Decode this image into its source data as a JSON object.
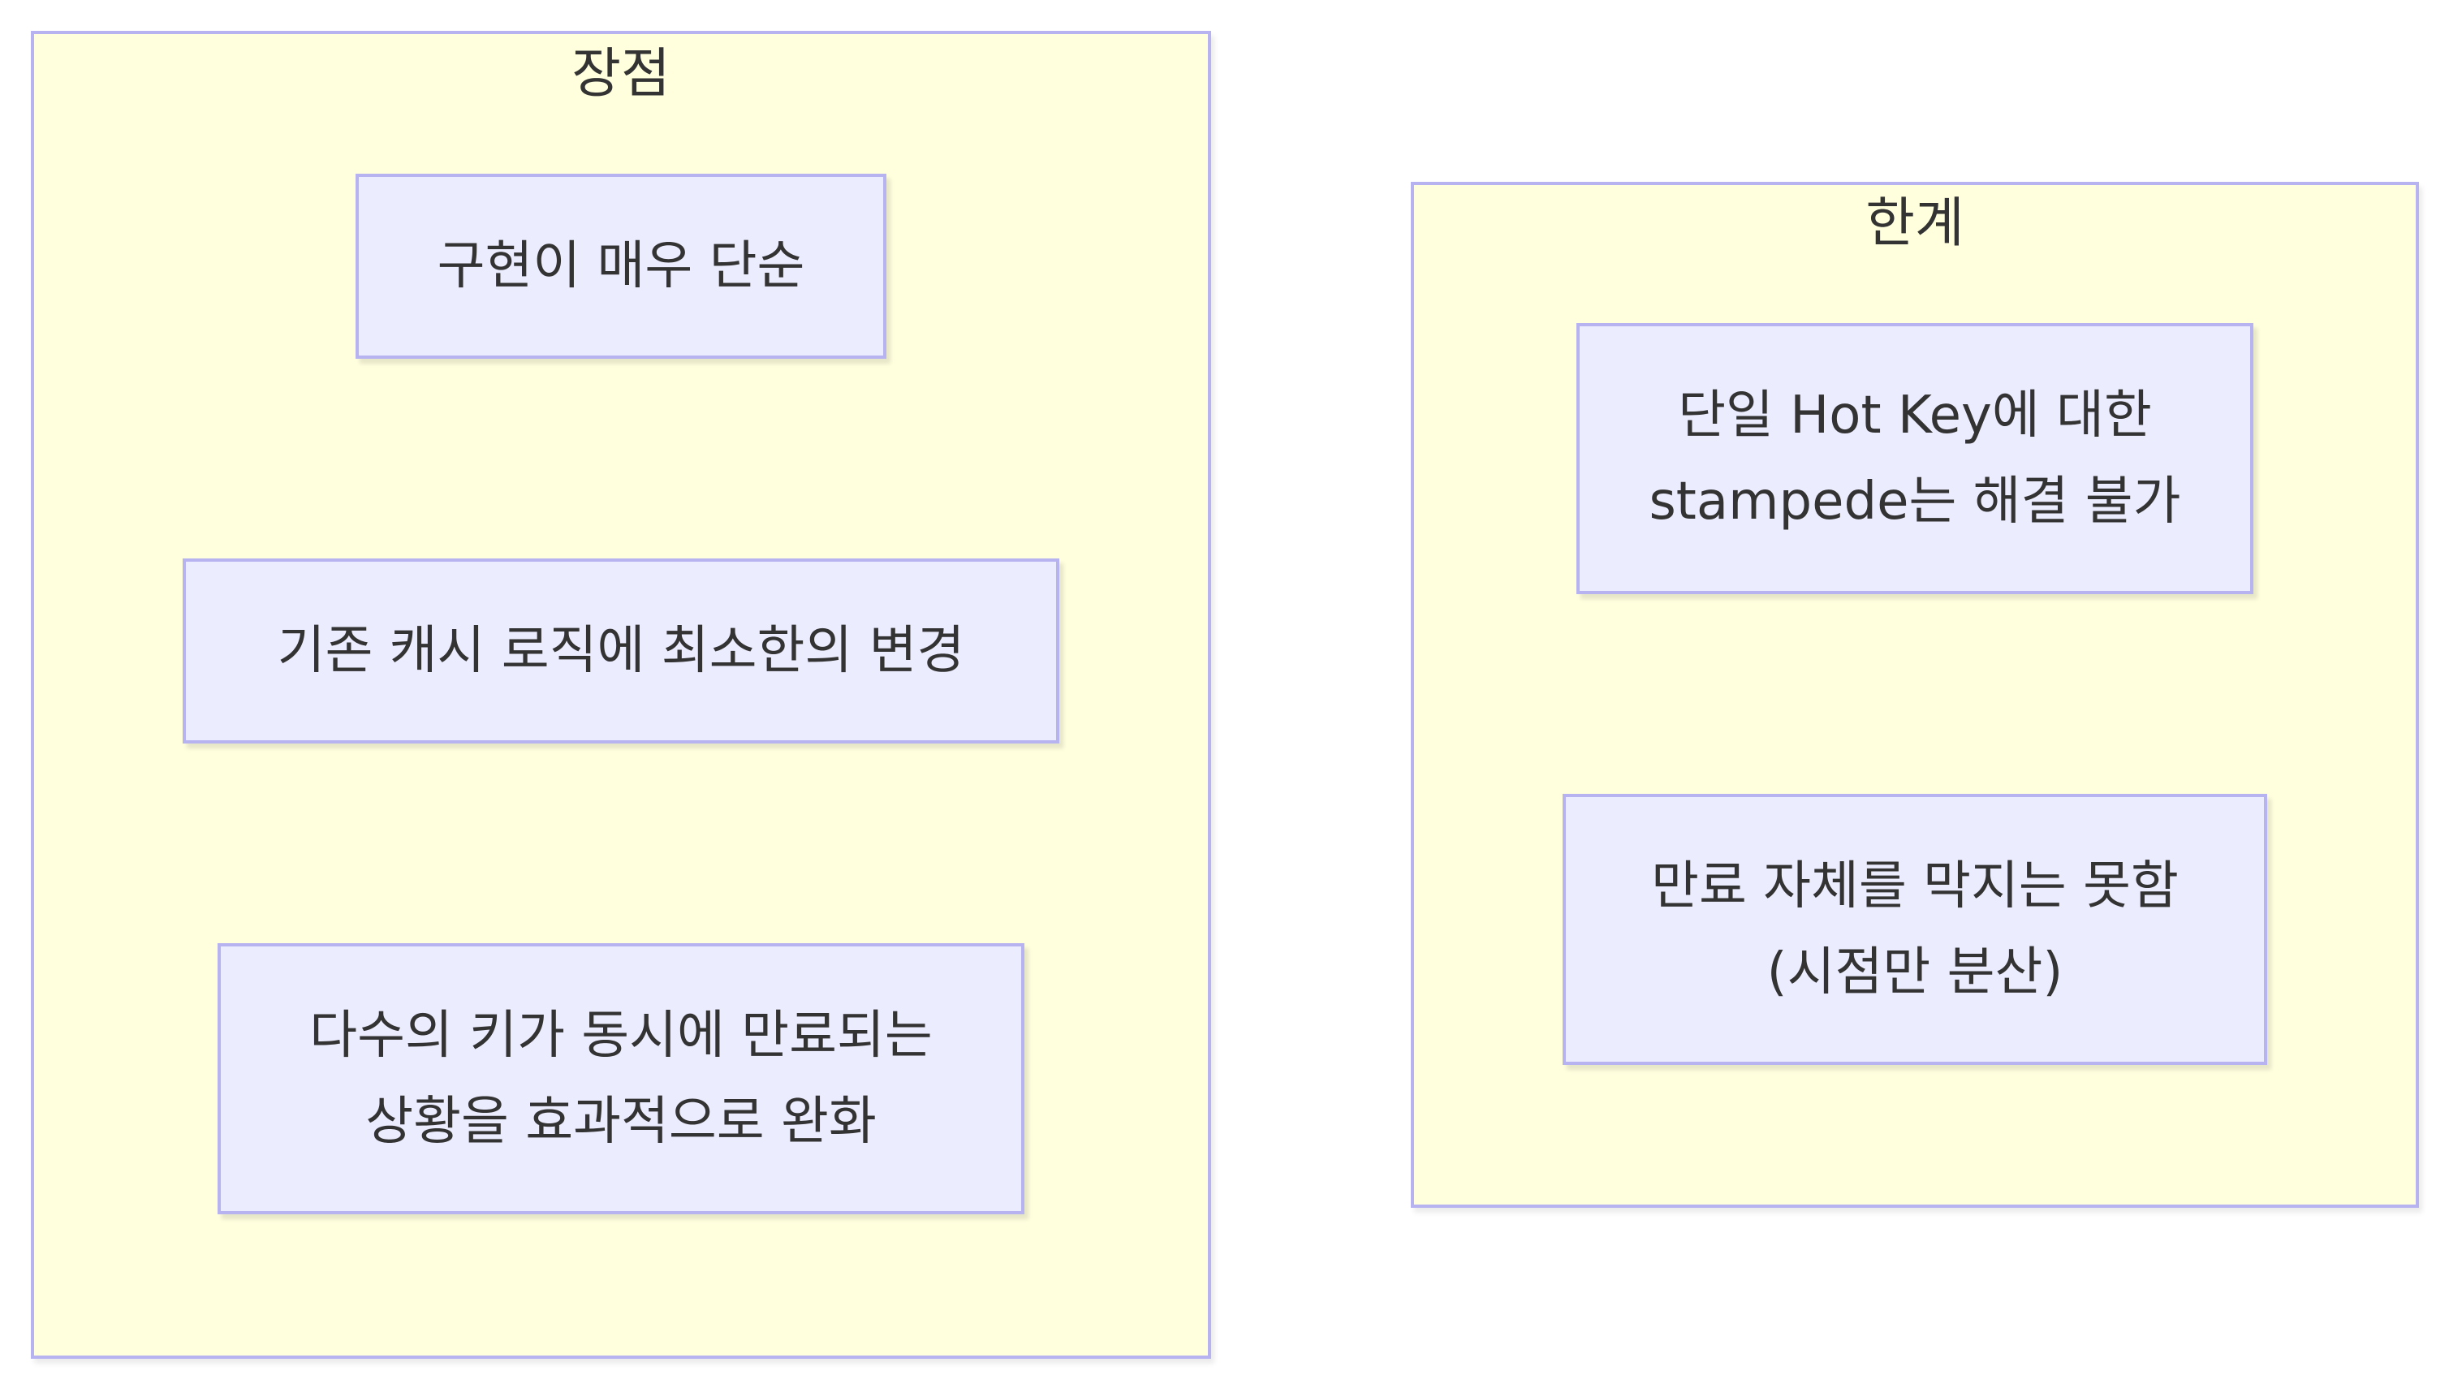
{
  "clusters": {
    "pros": {
      "title": "장점",
      "nodes": {
        "simple": {
          "lines": [
            "구현이 매우 단순"
          ]
        },
        "minimal_change": {
          "lines": [
            "기존 캐시 로직에 최소한의 변경"
          ]
        },
        "mitigate": {
          "lines": [
            "다수의 키가 동시에 만료되는",
            "상황을 효과적으로 완화"
          ]
        }
      }
    },
    "limits": {
      "title": "한계",
      "nodes": {
        "hot_key": {
          "lines": [
            "단일 Hot Key에 대한",
            "stampede는 해결 불가"
          ]
        },
        "expiry": {
          "lines": [
            "만료 자체를 막지는 못함",
            "(시점만 분산)"
          ]
        }
      }
    }
  },
  "colors": {
    "cluster_fill": "#ffffde",
    "node_fill": "#ececff",
    "border": "#b7b2f0",
    "text": "#333333"
  }
}
